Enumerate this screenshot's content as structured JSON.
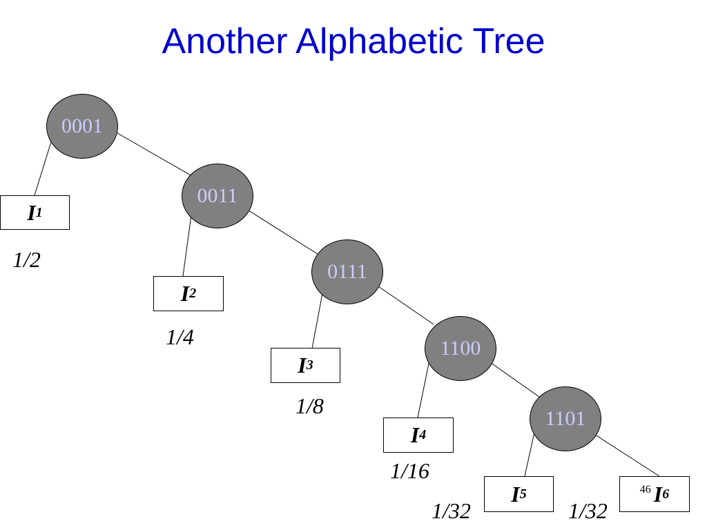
{
  "title": "Another Alphabetic Tree",
  "nodes": [
    "0001",
    "0011",
    "0111",
    "1100",
    "1101"
  ],
  "leaves": [
    {
      "letter": "I",
      "sub": "1",
      "prob": "1/2"
    },
    {
      "letter": "I",
      "sub": "2",
      "prob": "1/4"
    },
    {
      "letter": "I",
      "sub": "3",
      "prob": "1/8"
    },
    {
      "letter": "I",
      "sub": "4",
      "prob": "1/16"
    },
    {
      "letter": "I",
      "sub": "5",
      "prob": "1/32"
    },
    {
      "letter": "I",
      "sub": "6",
      "prob": "1/32"
    }
  ],
  "slide_number": "46"
}
